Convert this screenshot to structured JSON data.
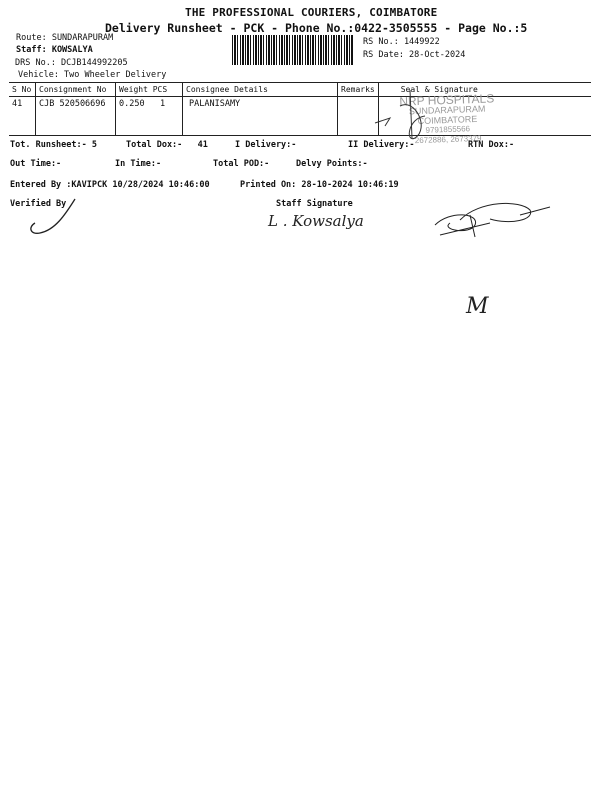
{
  "header": {
    "company": "THE PROFESSIONAL COURIERS, COIMBATORE",
    "subtitle": "Delivery Runsheet - PCK - Phone No.:0422-3505555 - Page No.:5",
    "route": "Route: SUNDARAPURAM",
    "staff": "Staff: KOWSALYA",
    "drs_no": "DRS No.: DCJB144992205",
    "vehicle": "Vehicle: Two Wheeler Delivery",
    "rs_no": "RS No.: 1449922",
    "rs_date": "RS Date: 28-Oct-2024"
  },
  "table": {
    "columns": [
      "S No",
      "Consignment No",
      "Weight  PCS",
      "Consignee Details",
      "Remarks",
      "Seal & Signature"
    ],
    "rows": [
      {
        "s_no": "41",
        "consignment_no": "CJB 520506696",
        "weight": "0.250",
        "pcs": "1",
        "consignee": "PALANISAMY",
        "remarks": "",
        "seal": ""
      }
    ]
  },
  "stamp": {
    "line1": "NRP HOSPITALS",
    "line2": "SUNDARAPURAM",
    "line3": "COIMBATORE",
    "line4": "9791855566",
    "line5": "2672886, 2673379"
  },
  "summary": {
    "tot_runsheet": "Tot. Runsheet:- 5",
    "total_dox": "Total Dox:-   41",
    "i_delivery": "I Delivery:-",
    "ii_delivery": "II Delivery:-",
    "rtn_dox": "RTN Dox:-",
    "out_time": "Out Time:-",
    "in_time": "In Time:-",
    "total_pod": "Total POD:-",
    "delvy_points": "Delvy Points:-",
    "entered_by": "Entered By :KAVIPCK 10/28/2024 10:46:00",
    "printed_on": "Printed On: 28-10-2024 10:46:19",
    "verified_by": "Verified By",
    "staff_signature": "Staff Signature"
  },
  "handwriting": {
    "staff_name": "L . Kowsalya",
    "initial": "M"
  }
}
